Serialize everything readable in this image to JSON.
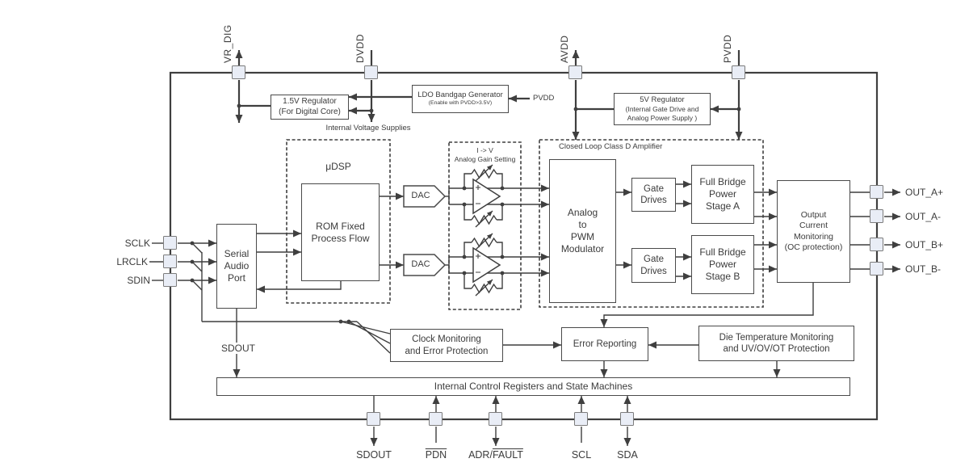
{
  "chip": {
    "pins": {
      "top": [
        "VR_DIG",
        "DVDD",
        "AVDD",
        "PVDD"
      ],
      "left": [
        "SCLK",
        "LRCLK",
        "SDIN"
      ],
      "right": [
        "OUT_A+",
        "OUT_A-",
        "OUT_B+",
        "OUT_B-"
      ],
      "bottom": {
        "sdout": "SDOUT",
        "pdn": "PDN",
        "adr_plain": "ADR/",
        "adr_overline": "FAULT",
        "scl": "SCL",
        "sda": "SDA"
      }
    },
    "blocks": {
      "reg_1v5": "1.5V Regulator\n(For Digital Core)",
      "ldo_title": "LDO Bandgap Generator",
      "ldo_sub": "(Enable with PVDD>3.5V)",
      "ldo_supply": "PVDD",
      "reg_5v_title": "5V Regulator",
      "reg_5v_sub": "(Internal Gate Drive and\nAnalog Power Supply )",
      "internal_supplies_caption": "Internal Voltage Supplies",
      "udsp_label": "μDSP",
      "rom": "ROM Fixed\nProcess Flow",
      "serial_audio_port": "Serial\nAudio\nPort",
      "dac_a": "DAC",
      "dac_b": "DAC",
      "iv_title": "I -> V",
      "iv_sub": "Analog Gain Setting",
      "closed_loop_label": "Closed Loop Class D Amplifier",
      "modulator": "Analog\nto\nPWM\nModulator",
      "gate_drives_a": "Gate\nDrives",
      "gate_drives_b": "Gate\nDrives",
      "stage_a": "Full Bridge\nPower\nStage A",
      "stage_b": "Full Bridge\nPower\nStage B",
      "ocm": "Output\nCurrent\nMonitoring\n(OC protection)",
      "sdout_internal": "SDOUT",
      "clock_monitoring": "Clock Monitoring\nand Error Protection",
      "error_reporting": "Error Reporting",
      "die_temp": "Die Temperature Monitoring\nand UV/OV/OT Protection",
      "registers_bar": "Internal Control Registers and State Machines"
    }
  }
}
